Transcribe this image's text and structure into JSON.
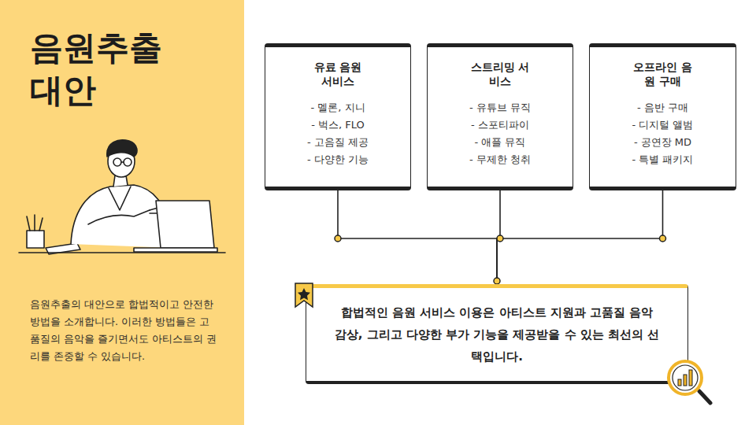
{
  "diagram": {
    "title": "음원추출 대안",
    "caption": "음원추출의 대안으로 합법적이고 안전한 방법을 소개합니다. 이러한 방법들은 고품질의 음악을 즐기면서도 아티스트의 권리를 존중할 수 있습니다.",
    "nodes": [
      {
        "text": [
          "유료 음원 서비스",
          "- 멜론, 지니",
          "- 벅스, FLO",
          "- 고음질 제공",
          "- 다양한 기능"
        ]
      },
      {
        "text": [
          "스트리밍 서비스",
          "- 유튜브 뮤직",
          "- 스포티파이",
          "- 애플 뮤직",
          "- 무제한 청취"
        ]
      },
      {
        "text": [
          "오프라인 음원 구매",
          "- 음반 구매",
          "- 디지털 앨범",
          "- 공연장 MD",
          "- 특별 패키지"
        ]
      },
      {
        "text": [
          "합법적인 음원 서비스 이용은 아티스트 지원과 고품질 음악 감상, 그리고 다양한 부가 기능을 제공받을 수 있는 최선의 선택입니다."
        ]
      }
    ],
    "edges": [
      {
        "from": 0,
        "to": 3,
        "arrow": "none"
      },
      {
        "from": 1,
        "to": 3,
        "arrow": "none"
      },
      {
        "from": 2,
        "to": 3,
        "arrow": "none"
      }
    ]
  }
}
